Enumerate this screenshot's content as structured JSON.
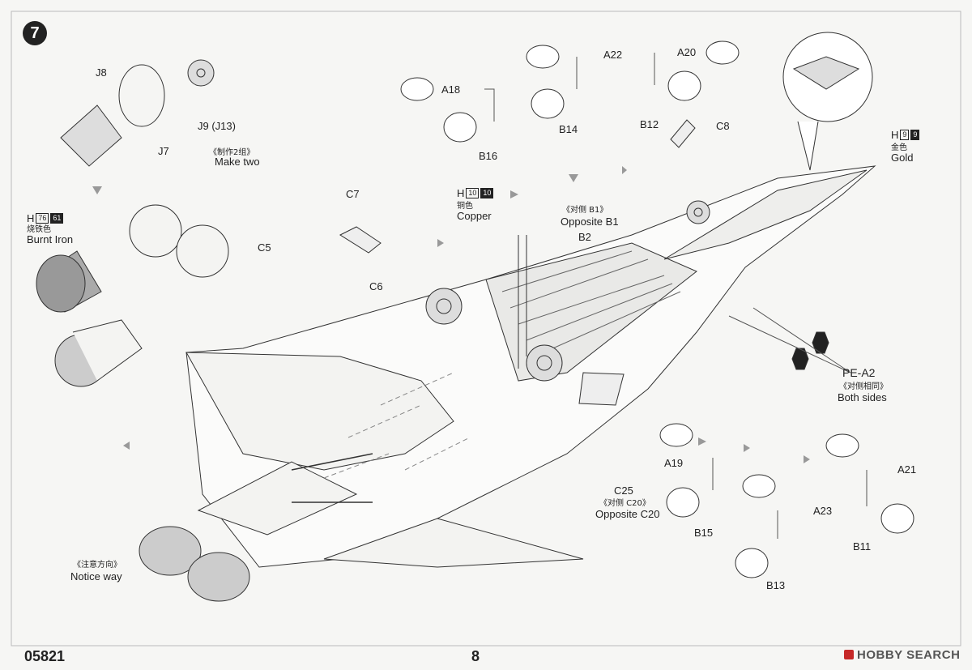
{
  "step": "7",
  "footer": {
    "code": "05821",
    "page": "8",
    "watermark": "HOBBY SEARCH"
  },
  "parts": {
    "J8": "J8",
    "J9": "J9 (J13)",
    "J7": "J7",
    "C5": "C5",
    "C7": "C7",
    "C6": "C6",
    "C8": "C8",
    "C25": "C25",
    "B2": "B2",
    "B11": "B11",
    "B12": "B12",
    "B13": "B13",
    "B14": "B14",
    "B15": "B15",
    "B16": "B16",
    "A18": "A18",
    "A19": "A19",
    "A20": "A20",
    "A21": "A21",
    "A22": "A22",
    "A23": "A23",
    "PE_A2": "PE-A2"
  },
  "notes": {
    "make_two_cn": "《制作2组》",
    "make_two_en": "Make two",
    "opp_b1_cn": "《对侧 B1》",
    "opp_b1_en": "Opposite B1",
    "opp_c20_cn": "《对侧 C20》",
    "opp_c20_en": "Opposite C20",
    "both_sides_cn": "《对侧相同》",
    "both_sides_en": "Both sides",
    "notice_cn": "《注意方向》",
    "notice_en": "Notice way"
  },
  "paints": [
    {
      "id": "burnt-iron",
      "letter": "H",
      "codes": [
        "76",
        "61"
      ],
      "cn": "烧铁色",
      "en": "Burnt Iron"
    },
    {
      "id": "copper",
      "letter": "H",
      "codes": [
        "10",
        "10"
      ],
      "cn": "铜色",
      "en": "Copper"
    },
    {
      "id": "gold",
      "letter": "H",
      "codes": [
        "9",
        "9"
      ],
      "cn": "金色",
      "en": "Gold"
    }
  ]
}
